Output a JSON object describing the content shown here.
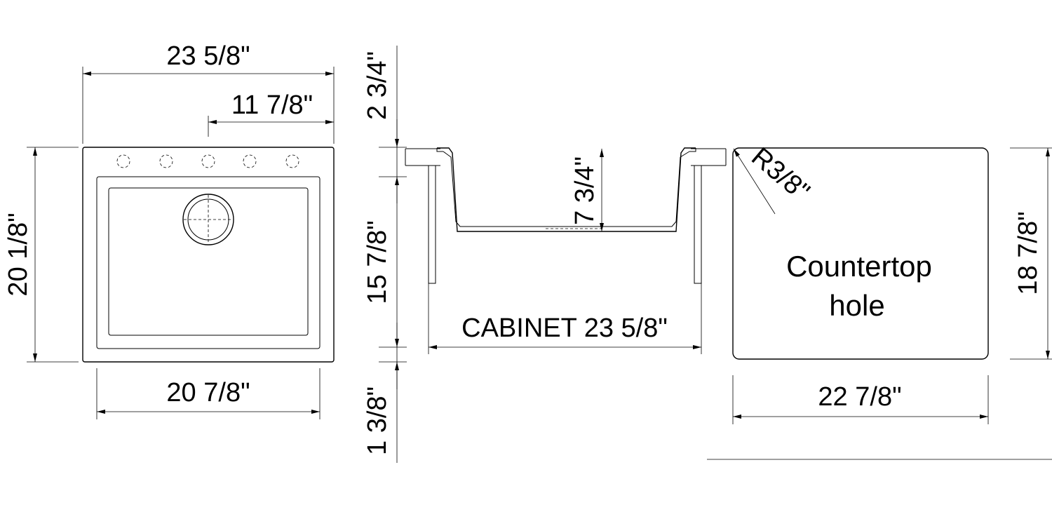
{
  "top_view": {
    "overall_width": "23  5/8\"",
    "faucet_offset": "11  7/8\"",
    "overall_depth": "20  1/8\"",
    "bottom_width": "20  7/8\""
  },
  "side_view": {
    "rim_to_deck": "2 3/4\"",
    "bowl_height": "15  7/8\"",
    "bottom_clearance": "1  3/8\"",
    "bowl_depth": "7  3/4\"",
    "cabinet": "CABINET 23  5/8\""
  },
  "cutout_view": {
    "corner_radius": "R3/8\"",
    "label_line1": "Countertop",
    "label_line2": "hole",
    "width": "22 7/8\"",
    "depth": "18  7/8\""
  }
}
